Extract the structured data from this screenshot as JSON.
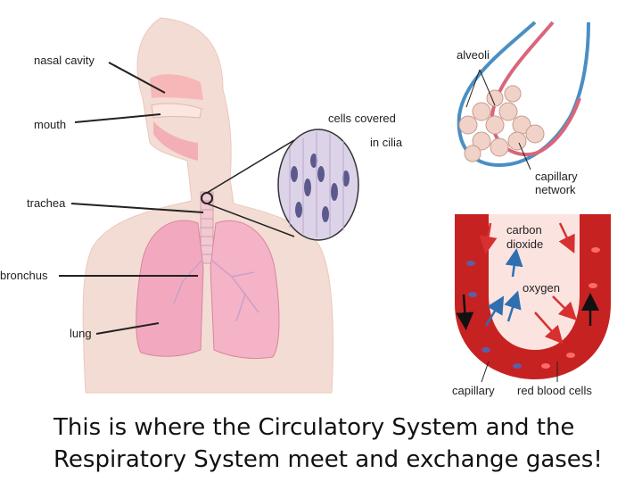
{
  "labels": {
    "nasal_cavity": "nasal cavity",
    "mouth": "mouth",
    "trachea": "trachea",
    "bronchus": "bronchus",
    "lung": "lung",
    "cells_covered": "cells covered",
    "in_cilia": "in cilia",
    "alveoli": "alveoli",
    "capillary_network_1": "capillary",
    "capillary_network_2": "network",
    "carbon": "carbon",
    "dioxide": "dioxide",
    "oxygen": "oxygen",
    "capillary": "capillary",
    "red_blood_cells": "red blood cells"
  },
  "caption": {
    "line1": "This is where the Circulatory System and the",
    "line2": "Respiratory System meet and exchange gases!"
  },
  "colors": {
    "skin": "#f3dcd3",
    "lung": "#f2a9c0",
    "blood": "#d52a2a",
    "vein_blue": "#4a8fc4",
    "oxygen_arrow": "#2f6fb0",
    "co2_arrow": "#d63030"
  }
}
